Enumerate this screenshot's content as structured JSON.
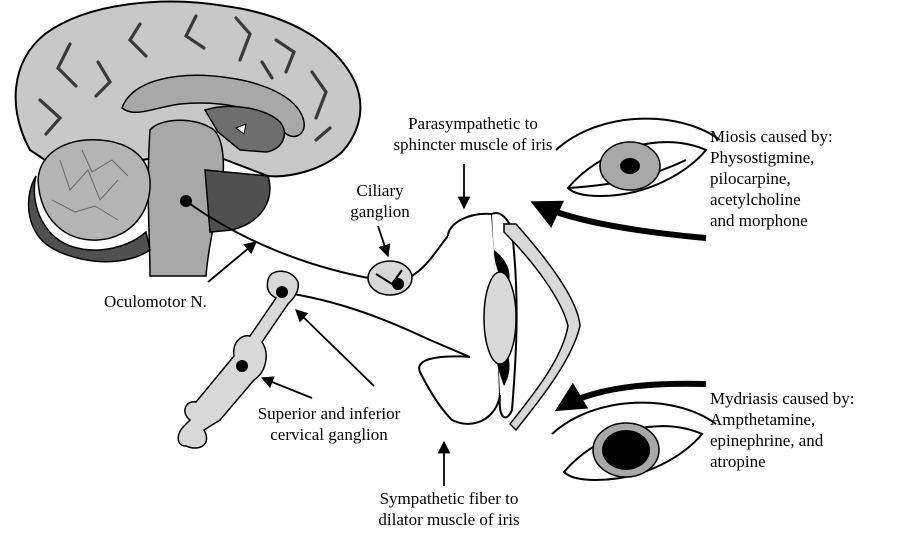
{
  "labels": {
    "parasympathetic": [
      "Parasympathetic to",
      "sphincter muscle of iris"
    ],
    "ciliary_ganglion": [
      "Ciliary",
      "ganglion"
    ],
    "oculomotor": "Oculomotor N.",
    "cervical_ganglion": [
      "Superior and inferior",
      "cervical ganglion"
    ],
    "sympathetic": [
      "Sympathetic fiber to",
      "dilator muscle of iris"
    ],
    "miosis": [
      "Miosis caused by:",
      "Physostigmine,",
      "pilocarpine,",
      "acetylcholine",
      "and morphone"
    ],
    "mydriasis": [
      "Mydriasis caused by:",
      "Ampthetamine,",
      "epinephrine, and",
      "atropine"
    ]
  },
  "colors": {
    "brain_light": "#c8c8c8",
    "brain_mid": "#a8a8a8",
    "brain_dark": "#6e6e6e",
    "cerebellum_dark": "#505050",
    "light_fill": "#d8d8d8",
    "line": "#000000"
  },
  "icons": [
    "brain-illustration",
    "eye-constricted-icon",
    "eye-dilated-icon"
  ]
}
